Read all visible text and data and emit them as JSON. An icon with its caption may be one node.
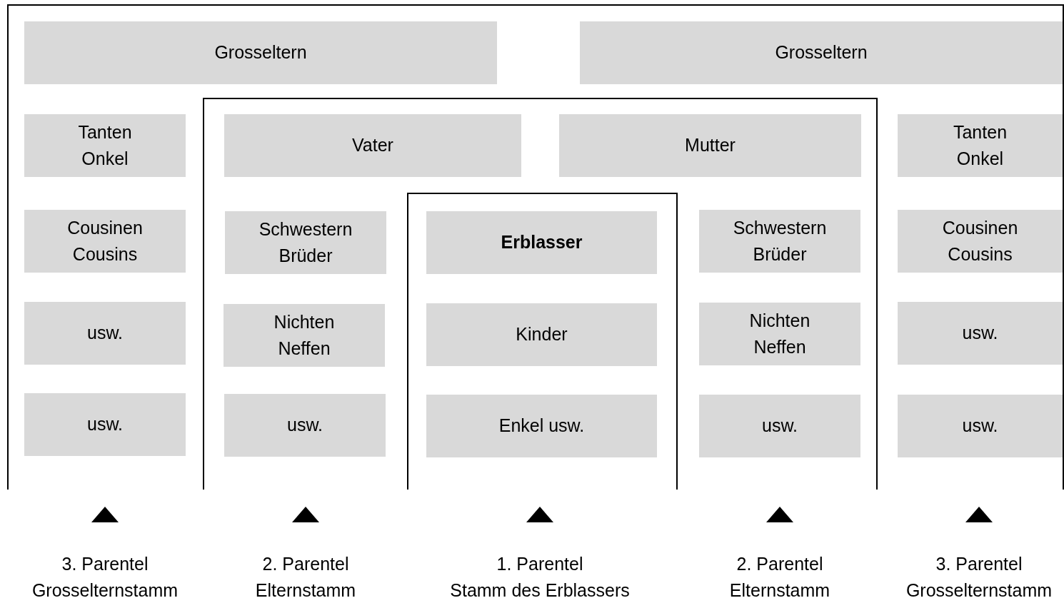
{
  "diagram": {
    "nodes": [
      {
        "text": [],
        "shape": "box"
      },
      {
        "text": [
          "Grosseltern"
        ],
        "in": 0
      },
      {
        "text": [
          "Grosseltern"
        ],
        "in": 0
      },
      {
        "text": [
          "Tanten Onkel"
        ],
        "in": 0
      },
      {
        "text": [],
        "shape": "box",
        "in": 0
      },
      {
        "text": [
          "Vater"
        ],
        "in": 4
      },
      {
        "text": [
          "Mutter"
        ],
        "in": 4
      },
      {
        "text": [
          "Tanten Onkel"
        ],
        "in": 0
      },
      {
        "text": [
          "Cousinen Cousins"
        ],
        "in": 0
      },
      {
        "text": [
          "Schwestern Brüder"
        ],
        "in": 4
      },
      {
        "text": [],
        "shape": "box",
        "in": 4
      },
      {
        "text": [
          "Erblasser"
        ],
        "in": 10
      },
      {
        "text": [
          "Schwestern Brüder"
        ],
        "in": 4
      },
      {
        "text": [
          "Cousinen Cousins"
        ],
        "in": 0
      },
      {
        "text": [
          "usw."
        ],
        "in": 0
      },
      {
        "text": [
          "Nichten Neffen"
        ],
        "in": 4
      },
      {
        "text": [
          "Kinder"
        ],
        "in": 10
      },
      {
        "text": [
          "Nichten Neffen"
        ],
        "in": 4
      },
      {
        "text": [
          "usw."
        ],
        "in": 0
      },
      {
        "text": [
          "usw."
        ],
        "in": 0
      },
      {
        "text": [
          "usw."
        ],
        "in": 4
      },
      {
        "text": [
          "Enkel usw."
        ],
        "in": 10
      },
      {
        "text": [
          "usw."
        ],
        "in": 4
      },
      {
        "text": [
          "usw."
        ],
        "in": 0
      }
    ],
    "edges": [],
    "labels": [
      "3. Parentel",
      "2. Parentel",
      "1. Parentel",
      "2. Parentel",
      "3. Parentel",
      "Grosselternstamm",
      "Elternstamm",
      "Stamm des Erblassers",
      "Elternstamm",
      "Grosselternstamm"
    ]
  }
}
